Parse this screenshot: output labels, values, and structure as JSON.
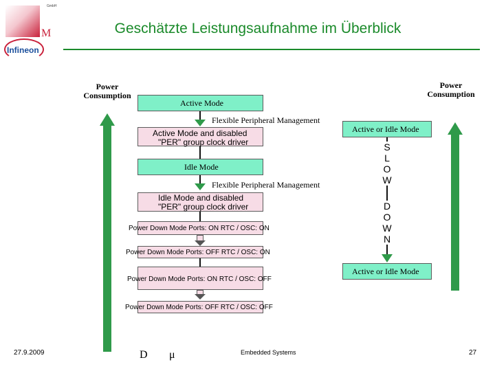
{
  "header": {
    "title": "Geschätzte Leistungsaufnahme im Überblick",
    "logo_text": "Infineon",
    "logo_small_text": "GmbH",
    "logo_letter": "M"
  },
  "axes": {
    "left_label": "Power Consumption",
    "right_label": "Power Consumption"
  },
  "modes": {
    "active": "Active Mode",
    "fpm_1": "Flexible Peripheral Management",
    "active_disabled_bold": "Active Mode",
    "active_disabled_rest": " and disabled",
    "active_disabled_line2": "\"PER\" group clock driver",
    "idle": "Idle Mode",
    "fpm_2": "Flexible Peripheral Management",
    "idle_disabled_bold": "Idle Mode",
    "idle_disabled_rest": " and disabled",
    "idle_disabled_line2": "\"PER\" group clock driver",
    "pd1": "Power Down Mode Ports: ON RTC / OSC: ON",
    "pd2": "Power Down Mode Ports: OFF RTC / OSC: ON",
    "pd3": "Power Down Mode Ports: ON RTC / OSC: OFF",
    "pd4": "Power Down Mode Ports: OFF RTC / OSC: OFF"
  },
  "right_panel": {
    "top_mode": "Active or Idle Mode",
    "bottom_mode": "Active or Idle Mode",
    "slow_letters": [
      "S",
      "L",
      "O",
      "W"
    ],
    "down_letters": [
      "D",
      "O",
      "W",
      "N"
    ]
  },
  "footer": {
    "date": "27.9.2009",
    "symbol_d": "D",
    "symbol_mu": "μ",
    "center_text": "Embedded Systems",
    "page": "27"
  },
  "colors": {
    "title_green": "#1a8a2a",
    "arrow_green": "#2f9a4a",
    "mode_box": "#7ff0c8",
    "power_down_box": "#f7dce6"
  }
}
